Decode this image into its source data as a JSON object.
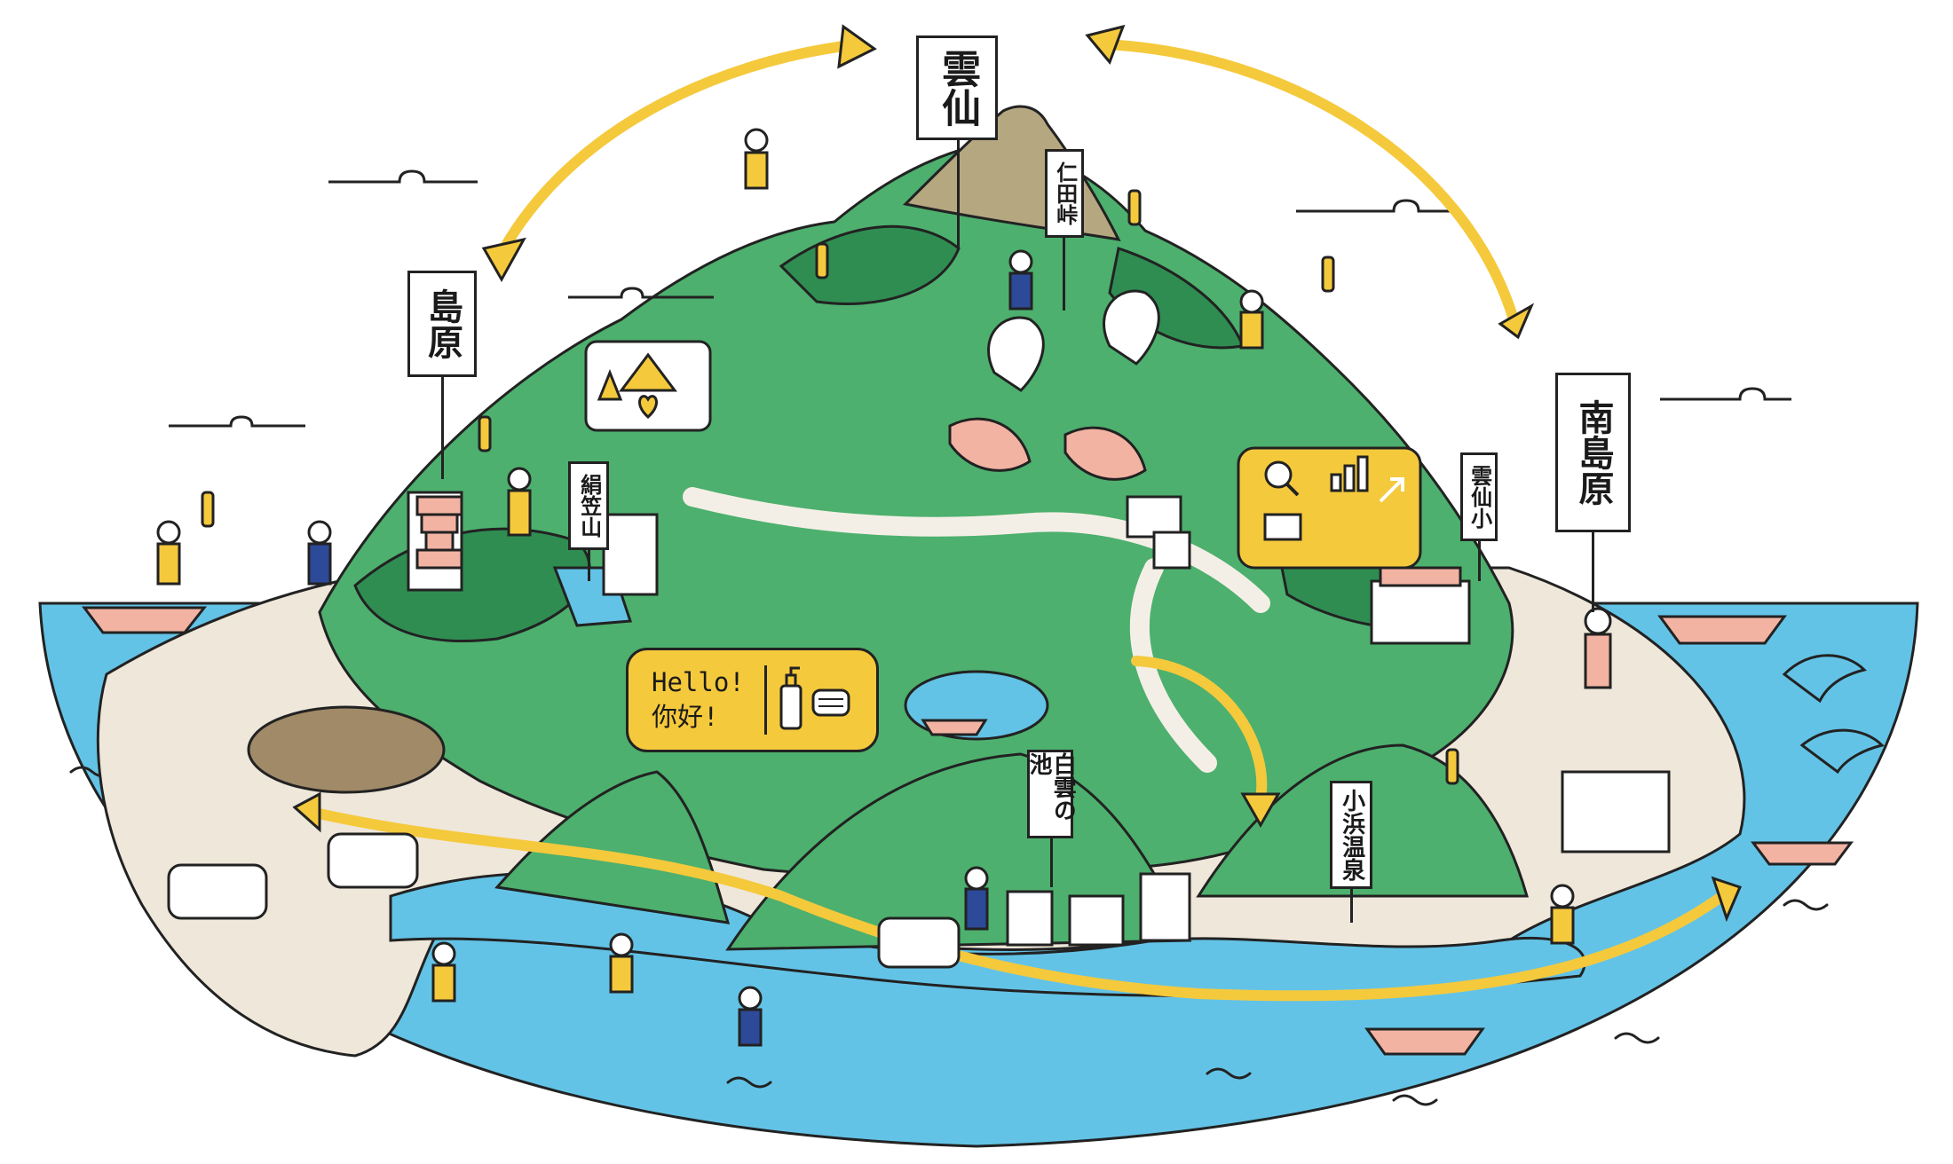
{
  "labels": {
    "unzen": "雲仙",
    "shimabara": "島原",
    "minamishimabara": "南島原",
    "nitatoge": "仁田峠",
    "kinugasayama": "絹笠山",
    "unzen_elementary": "雲仙小",
    "shirakumo_pond": "白雲の池",
    "obama_onsen": "小浜温泉"
  },
  "greeting": {
    "line1": "Hello!",
    "line2": "你好!"
  },
  "icons": [
    "search-icon",
    "bar-chart-icon",
    "trend-arrow-icon",
    "laptop-icon",
    "sanitizer-bottle-icon",
    "face-mask-icon",
    "heart-icon",
    "mountain-icon",
    "tree-icon"
  ],
  "colors": {
    "sea": "#63c3e6",
    "land_green": "#4db06e",
    "land_dark": "#2f8d52",
    "beach": "#eee7da",
    "road": "#f4efe6",
    "accent_yellow": "#f5c93c",
    "peak": "#b5a780",
    "navy": "#2d4a98",
    "pink": "#f2b3a3",
    "outline": "#222222"
  }
}
